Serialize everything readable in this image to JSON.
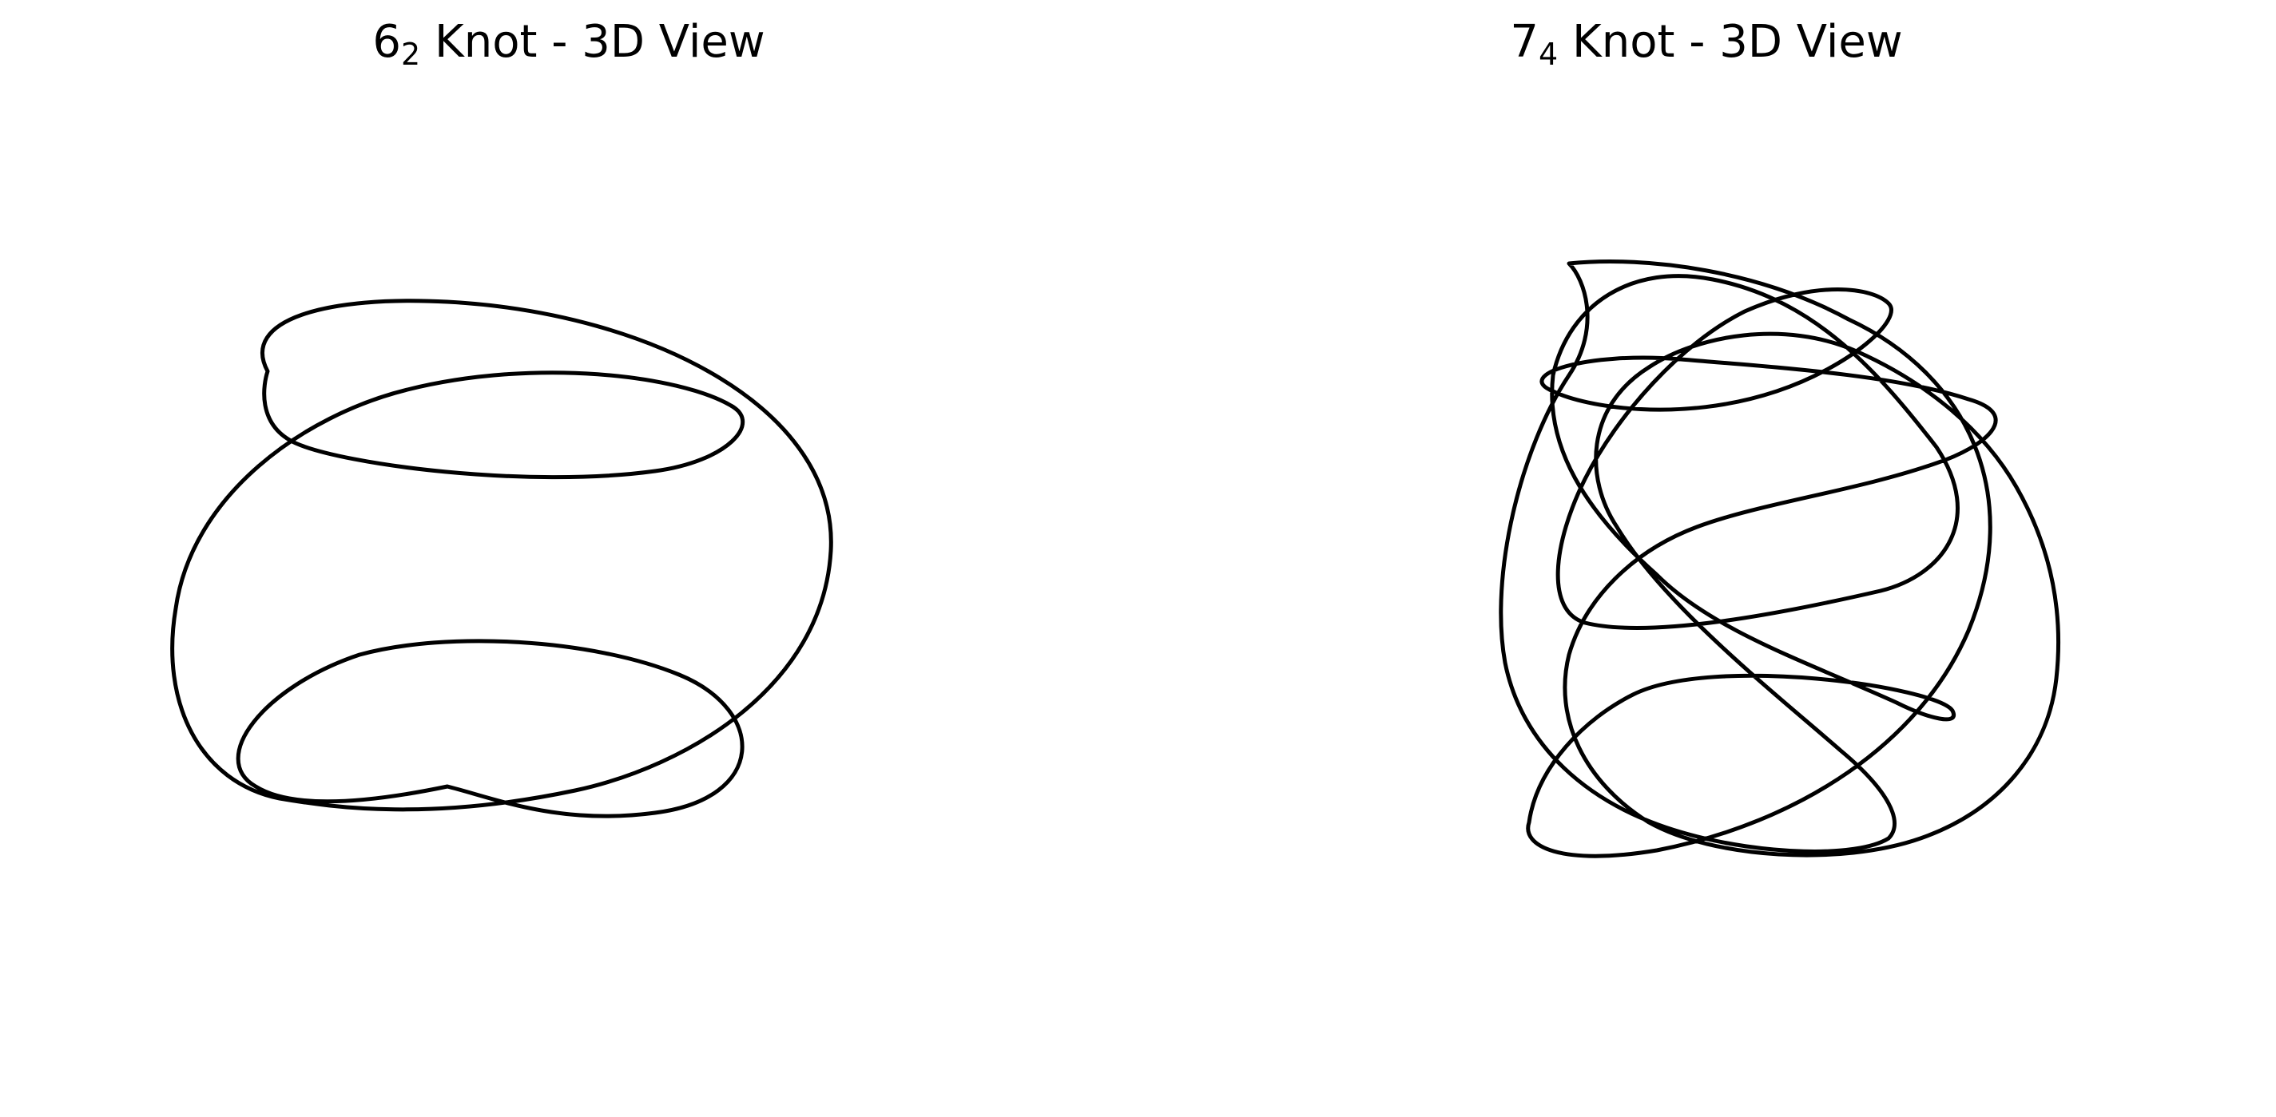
{
  "figure": {
    "panels": [
      {
        "title_main": "6",
        "title_sub": "2",
        "title_rest": " Knot - 3D View",
        "curve_color": "#000000",
        "curve_icon": "knot-6-2-curve"
      },
      {
        "title_main": "7",
        "title_sub": "4",
        "title_rest": " Knot - 3D View",
        "curve_color": "#000000",
        "curve_icon": "knot-7-4-curve"
      }
    ]
  }
}
